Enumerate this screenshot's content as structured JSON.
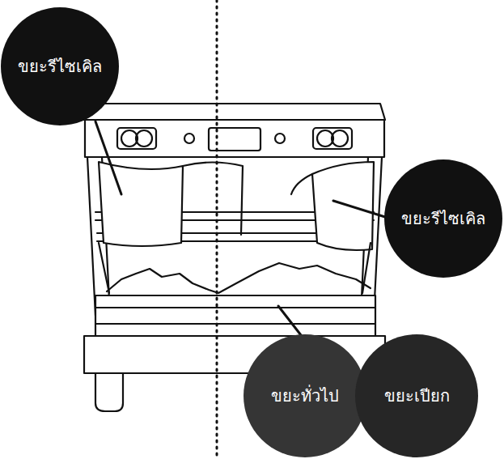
{
  "diagram": {
    "nodes": [
      {
        "text": [
          "ขยะรีไซเคิล"
        ]
      },
      {
        "text": [
          "ขยะรีไซเคิล"
        ]
      },
      {
        "text": [
          "ขยะทั่วไป"
        ]
      },
      {
        "text": [
          "ขยะเปียก"
        ]
      }
    ]
  }
}
